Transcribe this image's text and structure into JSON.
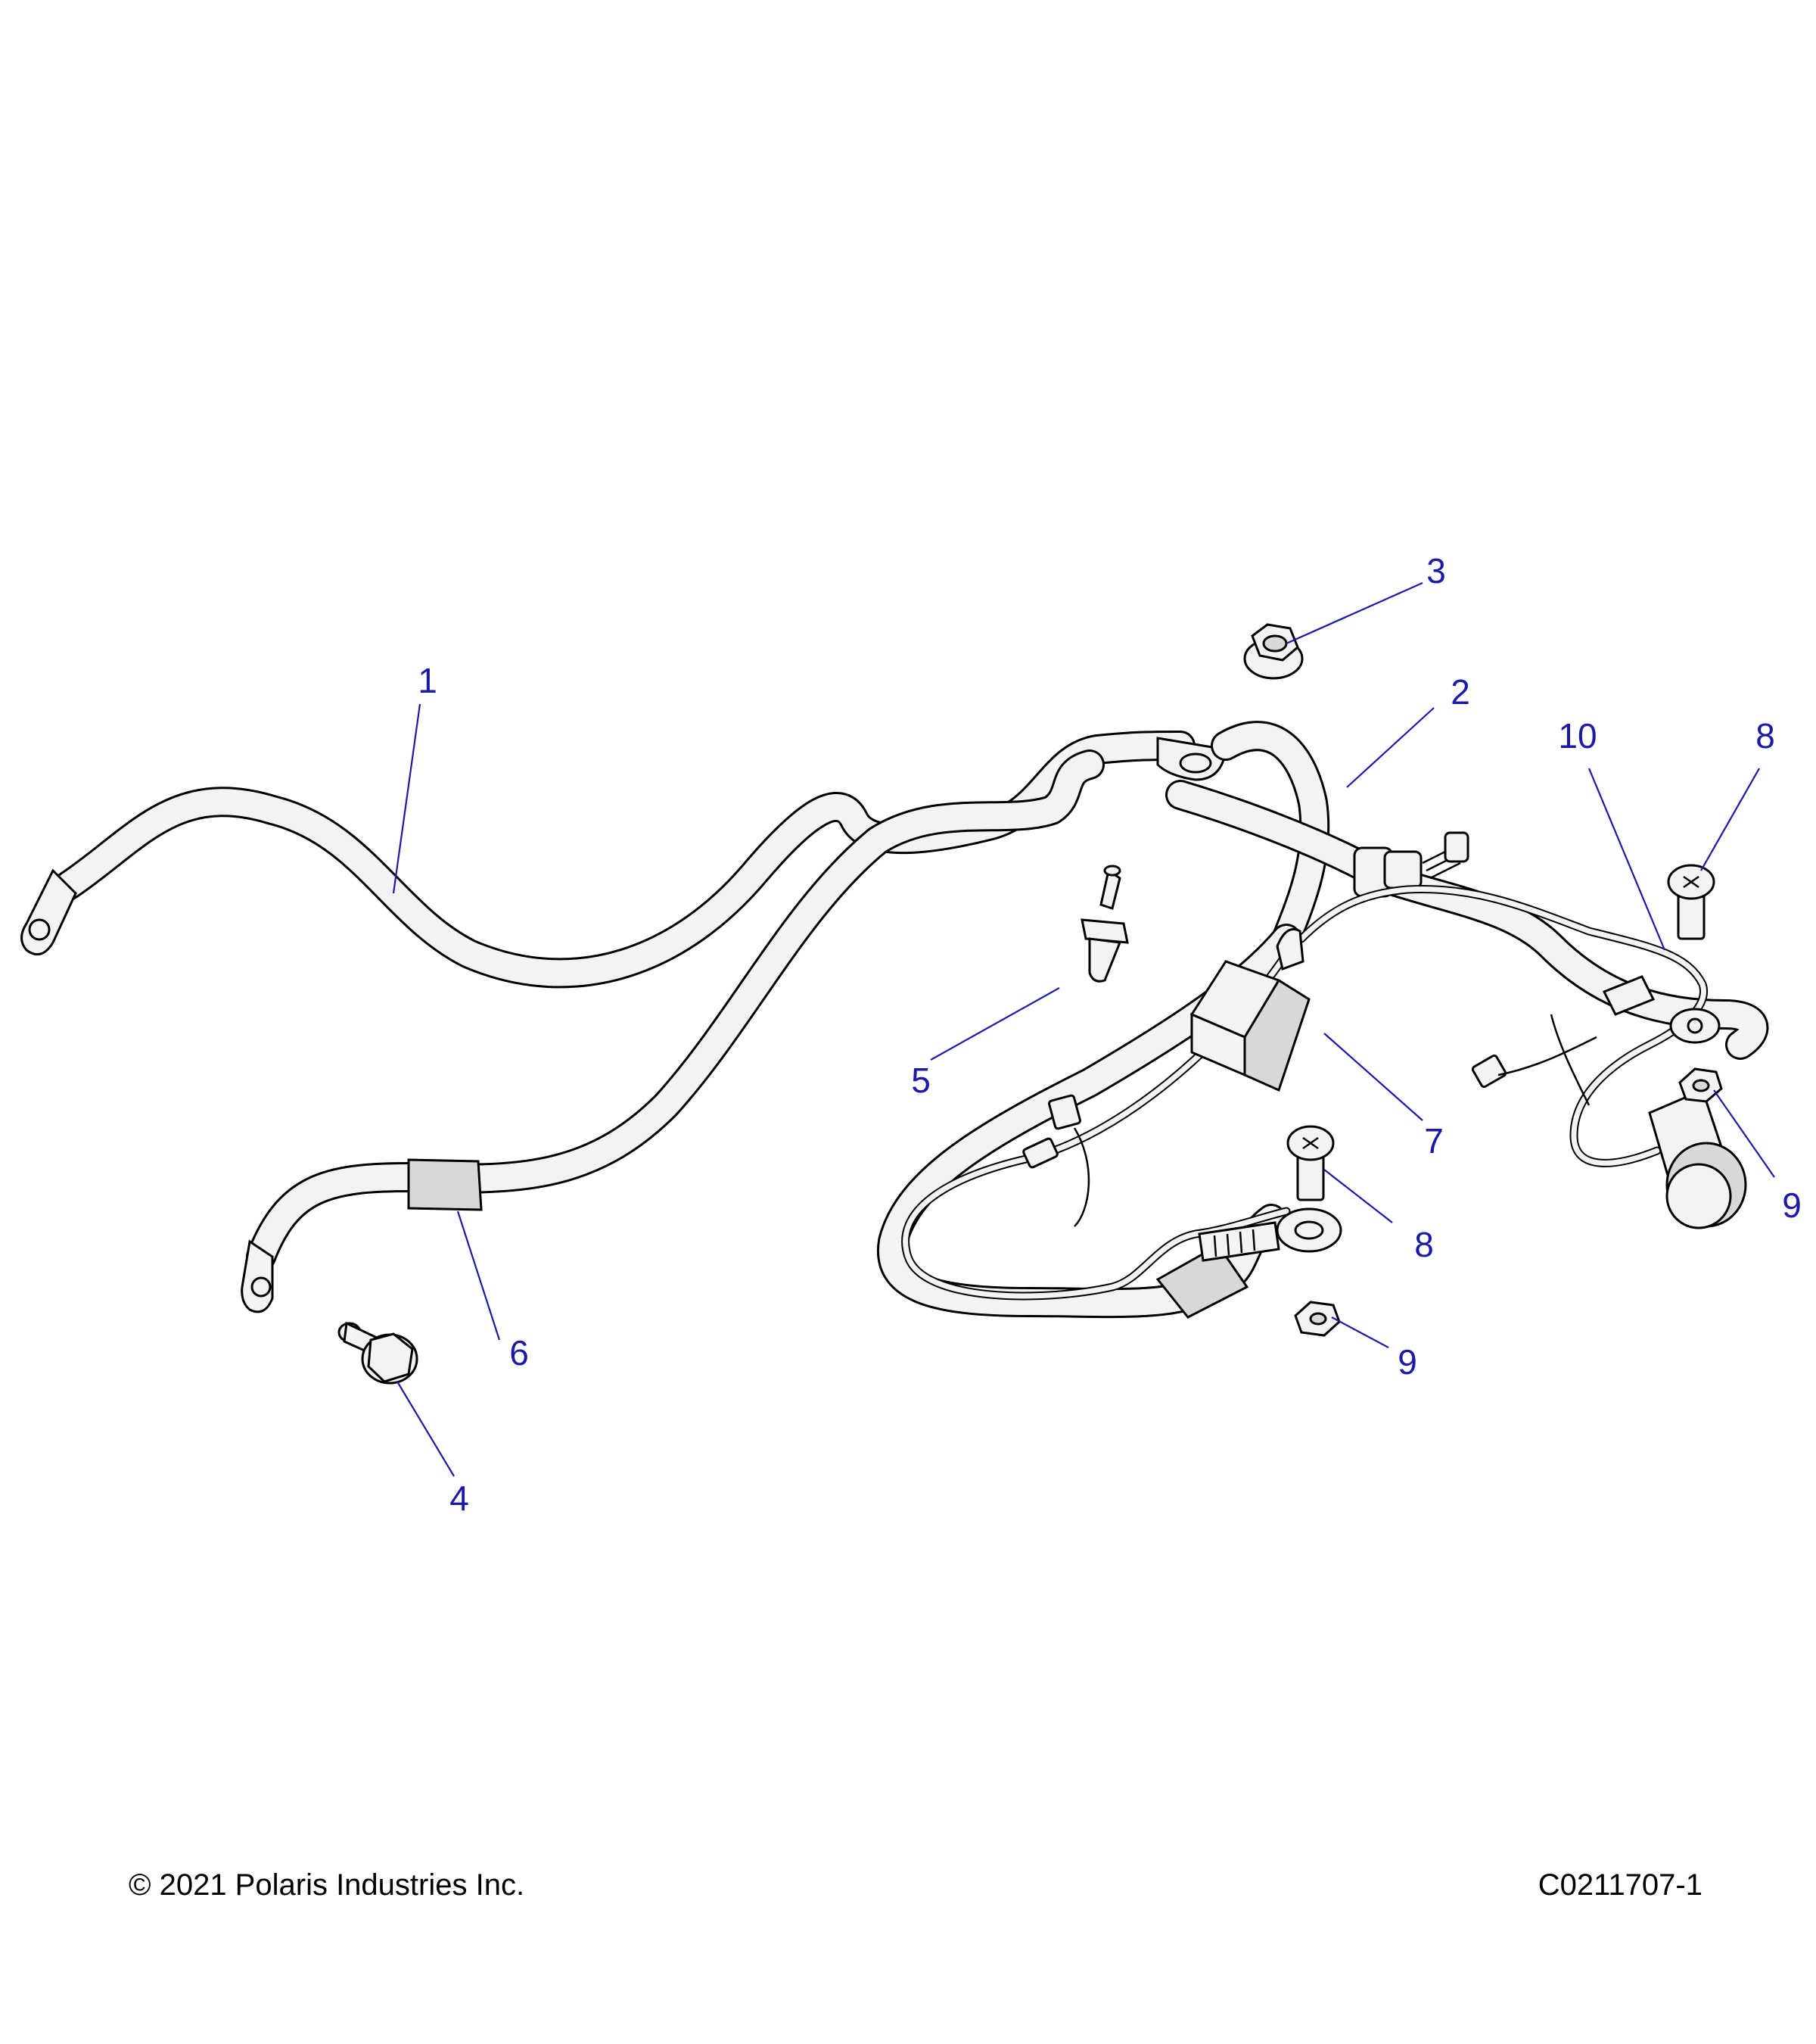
{
  "callouts": [
    {
      "id": "callout-1",
      "text": "1"
    },
    {
      "id": "callout-2",
      "text": "2"
    },
    {
      "id": "callout-3",
      "text": "3"
    },
    {
      "id": "callout-4",
      "text": "4"
    },
    {
      "id": "callout-5",
      "text": "5"
    },
    {
      "id": "callout-6",
      "text": "6"
    },
    {
      "id": "callout-7",
      "text": "7"
    },
    {
      "id": "callout-8a",
      "text": "8"
    },
    {
      "id": "callout-8b",
      "text": "8"
    },
    {
      "id": "callout-9a",
      "text": "9"
    },
    {
      "id": "callout-9b",
      "text": "9"
    },
    {
      "id": "callout-10",
      "text": "10"
    }
  ],
  "footer": {
    "copyright": "© 2021 Polaris Industries Inc.",
    "drawing_id": "C0211707-1"
  },
  "colors": {
    "callout": "#1a1aa6",
    "line": "#000000",
    "fill": "#f3f3f3",
    "shade": "#d8d8d8"
  }
}
